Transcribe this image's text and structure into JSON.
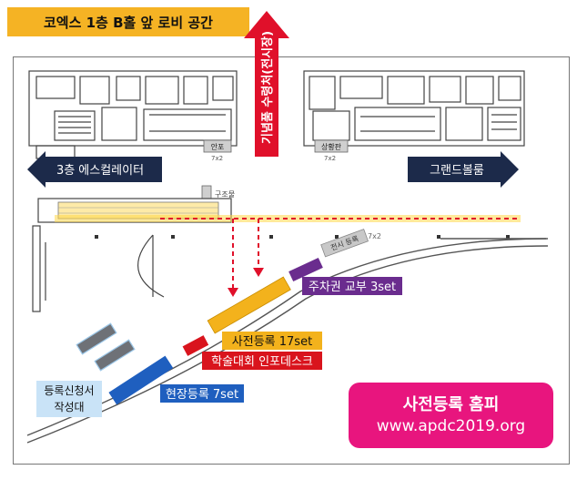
{
  "banner": {
    "title": "코엑스 1층 B홀 앞 로비 공간"
  },
  "arrows": {
    "up": "기념품 수령처(전시장)",
    "left": "3층 에스컬레이터",
    "right": "그랜드볼룸"
  },
  "floorplan_tags": {
    "info_desk": "안포",
    "shop": "상황판",
    "structure": "구조물",
    "exhibit_reg": "전시 등록",
    "dim_left": "7x2",
    "dim_right": "7x2",
    "dim_top": "7x2"
  },
  "zones": {
    "parking": "주차권 교부 3set",
    "pre_reg": "사전등록 17set",
    "info": "학술대회 인포데스크",
    "onsite": "현장등록 7set",
    "form_line1": "등록신청서",
    "form_line2": "작성대"
  },
  "info_box": {
    "title": "사전등록 홈피",
    "url": "www.apdc2019.org"
  },
  "colors": {
    "banner": "#f5b324",
    "up_arrow": "#e0102a",
    "nav_arrow": "#1c2a4a",
    "parking": "#6a2c8e",
    "pre_reg": "#f3b21c",
    "info_desk": "#d9141d",
    "onsite": "#1f5fbf",
    "form_tables": "#6e7177",
    "pink": "#e8157e"
  }
}
